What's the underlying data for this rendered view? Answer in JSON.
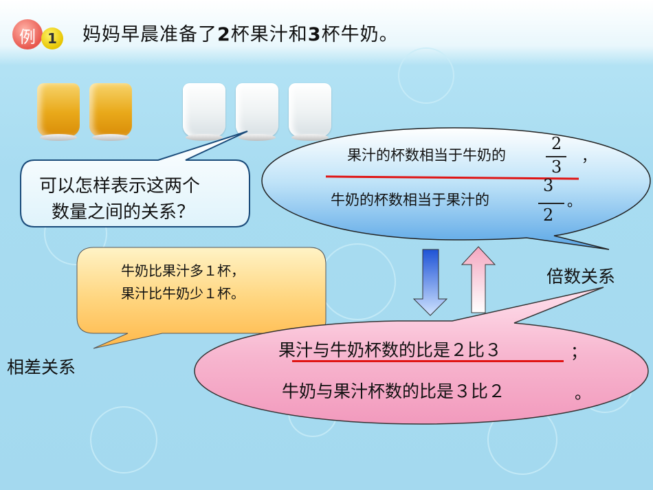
{
  "title": {
    "badge_char": "例",
    "badge_num": "1",
    "prefix": "妈妈早晨准备了",
    "num1": "2",
    "mid": "杯果汁和",
    "num2": "3",
    "suffix": "杯牛奶。"
  },
  "question_bubble": {
    "line1": "可以怎样表示这两个",
    "line2": "数量之间的关系？"
  },
  "ratio_bubble": {
    "line1_text": "果汁的杯数相当于牛奶的",
    "line1_num": "2",
    "line1_den": "3",
    "line1_end": "，",
    "line2_text": "牛奶的杯数相当于果汁的",
    "line2_num": "3",
    "line2_den": "2",
    "line2_end": "。"
  },
  "difference_bubble": {
    "line1": "牛奶比果汁多１杯，",
    "line2": "果汁比牛奶少１杯。"
  },
  "compare_bubble": {
    "line1": "果汁与牛奶杯数的比是２比３",
    "line1_end": "；",
    "line2": "牛奶与果汁杯数的比是３比２",
    "line2_end": "。"
  },
  "labels": {
    "multiple": "倍数关系",
    "difference": "相差关系"
  },
  "colors": {
    "red_line": "#e01414",
    "down_arrow": "#2f6be0",
    "up_arrow": "#f7c4d4"
  }
}
